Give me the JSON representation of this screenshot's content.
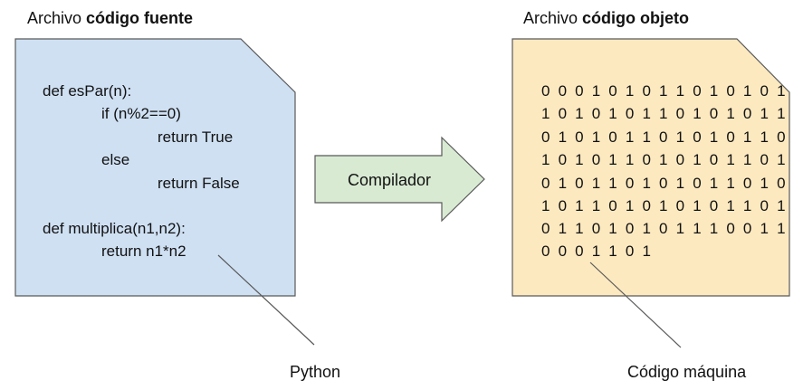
{
  "source_file": {
    "title_prefix": "Archivo ",
    "title_bold": "código fuente",
    "fill_color": "#cfe0f3",
    "code_lines": [
      "def esPar(n):",
      "if (n%2==0)",
      "return True",
      "else",
      "return False",
      "def multiplica(n1,n2):",
      "return n1*n2"
    ],
    "callout": "Python"
  },
  "compiler": {
    "label": "Compilador",
    "fill_color": "#d9ead3"
  },
  "object_file": {
    "title_prefix": "Archivo ",
    "title_bold": "código objeto",
    "fill_color": "#fde9c0",
    "binary_lines": [
      "0 0 0 1 0 1 0 1 1 0 1 0 1 0 1",
      "1 0 1 0 1 0 1 1 0 1 0 1 0 1 1",
      "0 1 0 1 0 1 1 0 1 0 1 0 1 1 0",
      "1 0 1 0 1 1 0 1 0 1 0 1 1 0 1",
      "0 1 0 1 1 0 1 0 1 0 1 1 0 1 0",
      "1 0 1 1 0 1 0 1 0 1 0 1 1 0 1",
      "0 1 1 0 1 0 1 0 1 1 1 0 0 1 1",
      "0 0 0 1 1 0 1"
    ],
    "callout": "Código máquina"
  }
}
